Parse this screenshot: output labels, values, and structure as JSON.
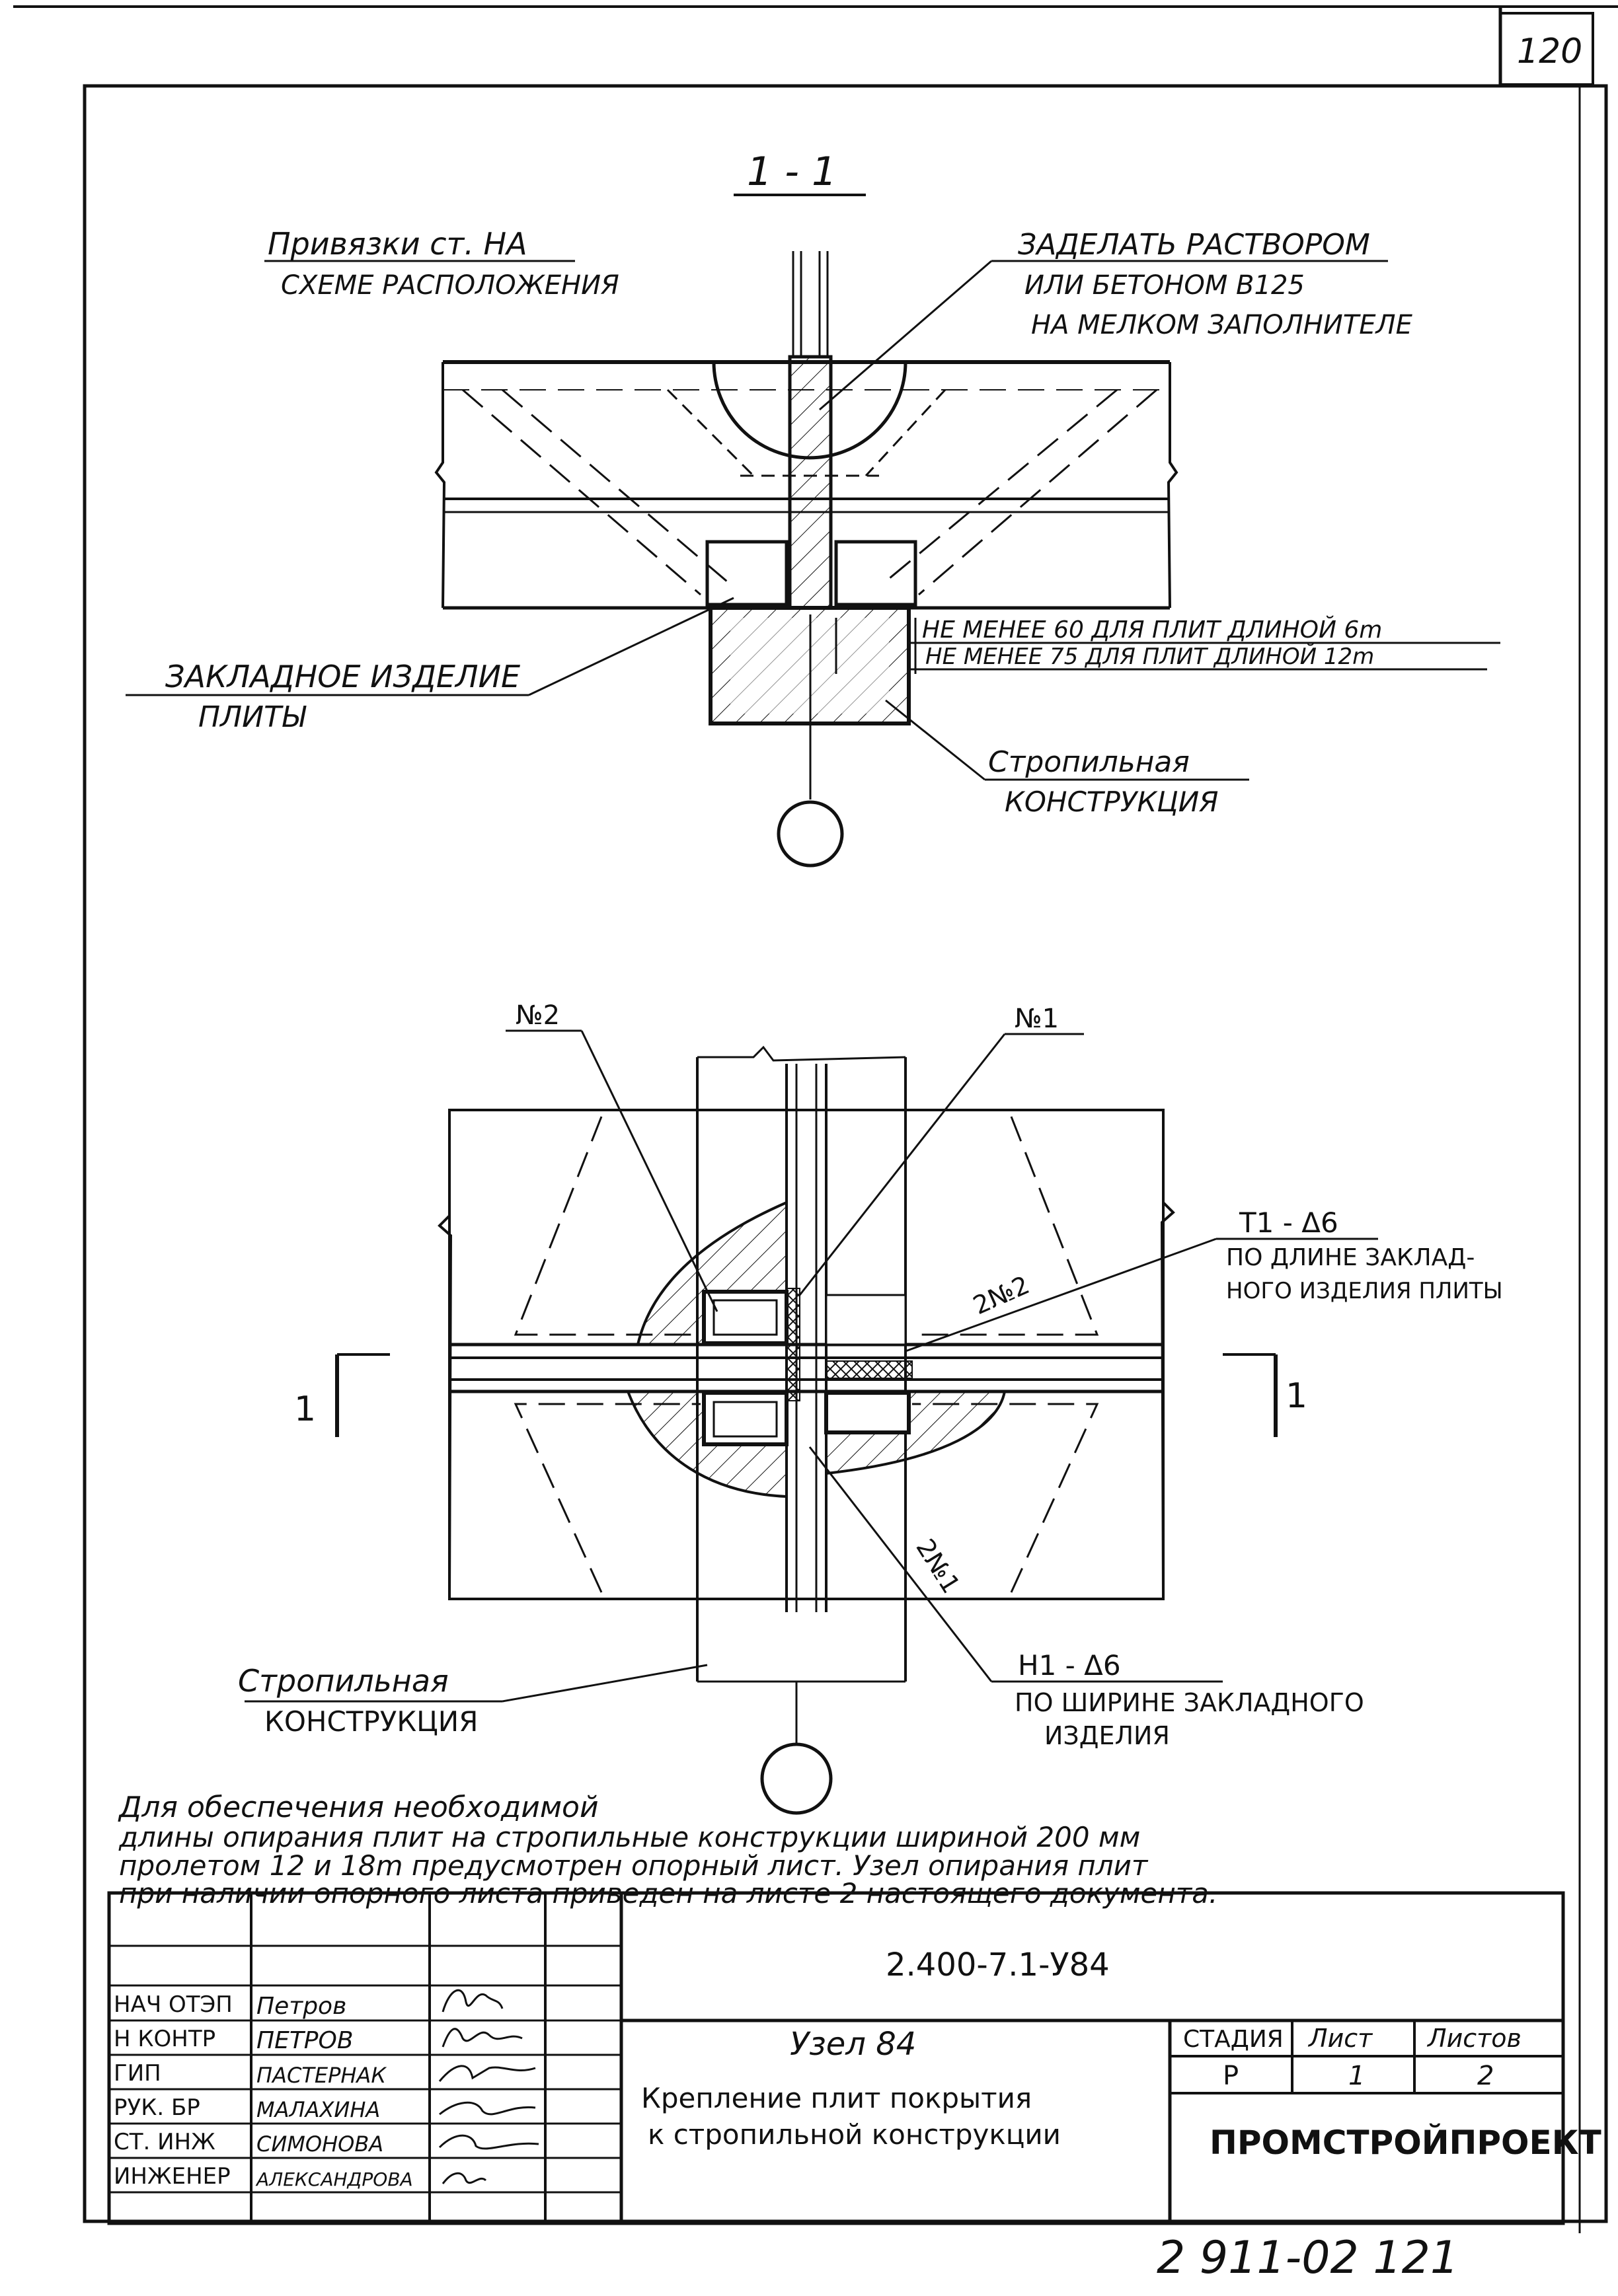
{
  "sheet_number": "120",
  "section_label": "1 - 1",
  "section1": {
    "binding_note": [
      "Привязки ст. НА",
      "СХЕМЕ РАСПОЛОЖЕНИЯ"
    ],
    "grout_note": [
      "ЗАДЕЛАТЬ РАСТВОРОМ",
      "ИЛИ БЕТОНОМ В125",
      "НА МЕЛКОМ ЗАПОЛНИТЕЛЕ"
    ],
    "embedded_part": [
      "ЗАКЛАДНОЕ ИЗДЕЛИЕ",
      "ПЛИТЫ"
    ],
    "bearing_60": "НЕ МЕНЕЕ 60 ДЛЯ ПЛИТ ДЛИНОЙ 6m",
    "bearing_75": "НЕ МЕНЕЕ 75 ДЛЯ ПЛИТ ДЛИНОЙ 12m",
    "rafter": [
      "Стропильная",
      "КОНСТРУКЦИЯ"
    ]
  },
  "plan": {
    "marker_no2": "№2",
    "marker_no1": "№1",
    "weld_t1": [
      "T1 - Δ6",
      "ПО ДЛИНЕ ЗАКЛАД-",
      "НОГО ИЗДЕЛИЯ ПЛИТЫ"
    ],
    "callout_2no2": "2№2",
    "callout_2no1": "2№1",
    "section_mark_left": "1",
    "section_mark_right": "1",
    "rafter": [
      "Стропильная",
      "КОНСТРУКЦИЯ"
    ],
    "weld_h1": [
      "H1 - Δ6",
      "ПО ШИРИНЕ ЗАКЛАДНОГО",
      "ИЗДЕЛИЯ"
    ]
  },
  "footnote": [
    "Для обеспечения необходимой",
    "длины опирания плит на стропильные конструкции шириной 200 мм",
    "пролетом 12 и 18m предусмотрен опорный лист. Узел опирания плит",
    "при наличии опорного листа приведен на листе 2 настоящего документа."
  ],
  "title_block": {
    "doc_code": "2.400-7.1-У84",
    "title_node": "Узел 84",
    "title_desc": [
      "Крепление плит покрытия",
      "к стропильной конструкции"
    ],
    "stage_header": "СТАДИЯ",
    "sheet_header": "Лист",
    "sheets_header": "Листов",
    "stage_value": "Р",
    "sheet_value": "1",
    "sheets_value": "2",
    "organization": "ПРОМСТРОЙПРОЕКТ",
    "staff": [
      {
        "role": "НАЧ ОТЭП",
        "name": "Петров"
      },
      {
        "role": "Н КОНТР",
        "name": "ПЕТРОВ"
      },
      {
        "role": "ГИП",
        "name": "ПАСТЕРНАК"
      },
      {
        "role": "РУК. БР",
        "name": "МАЛАХИНА"
      },
      {
        "role": "СТ. ИНЖ",
        "name": "СИМОНОВА"
      },
      {
        "role": "ИНЖЕНЕР",
        "name": "АЛЕКСАНДРОВА"
      }
    ]
  },
  "archive_number": "2 911-02 121"
}
